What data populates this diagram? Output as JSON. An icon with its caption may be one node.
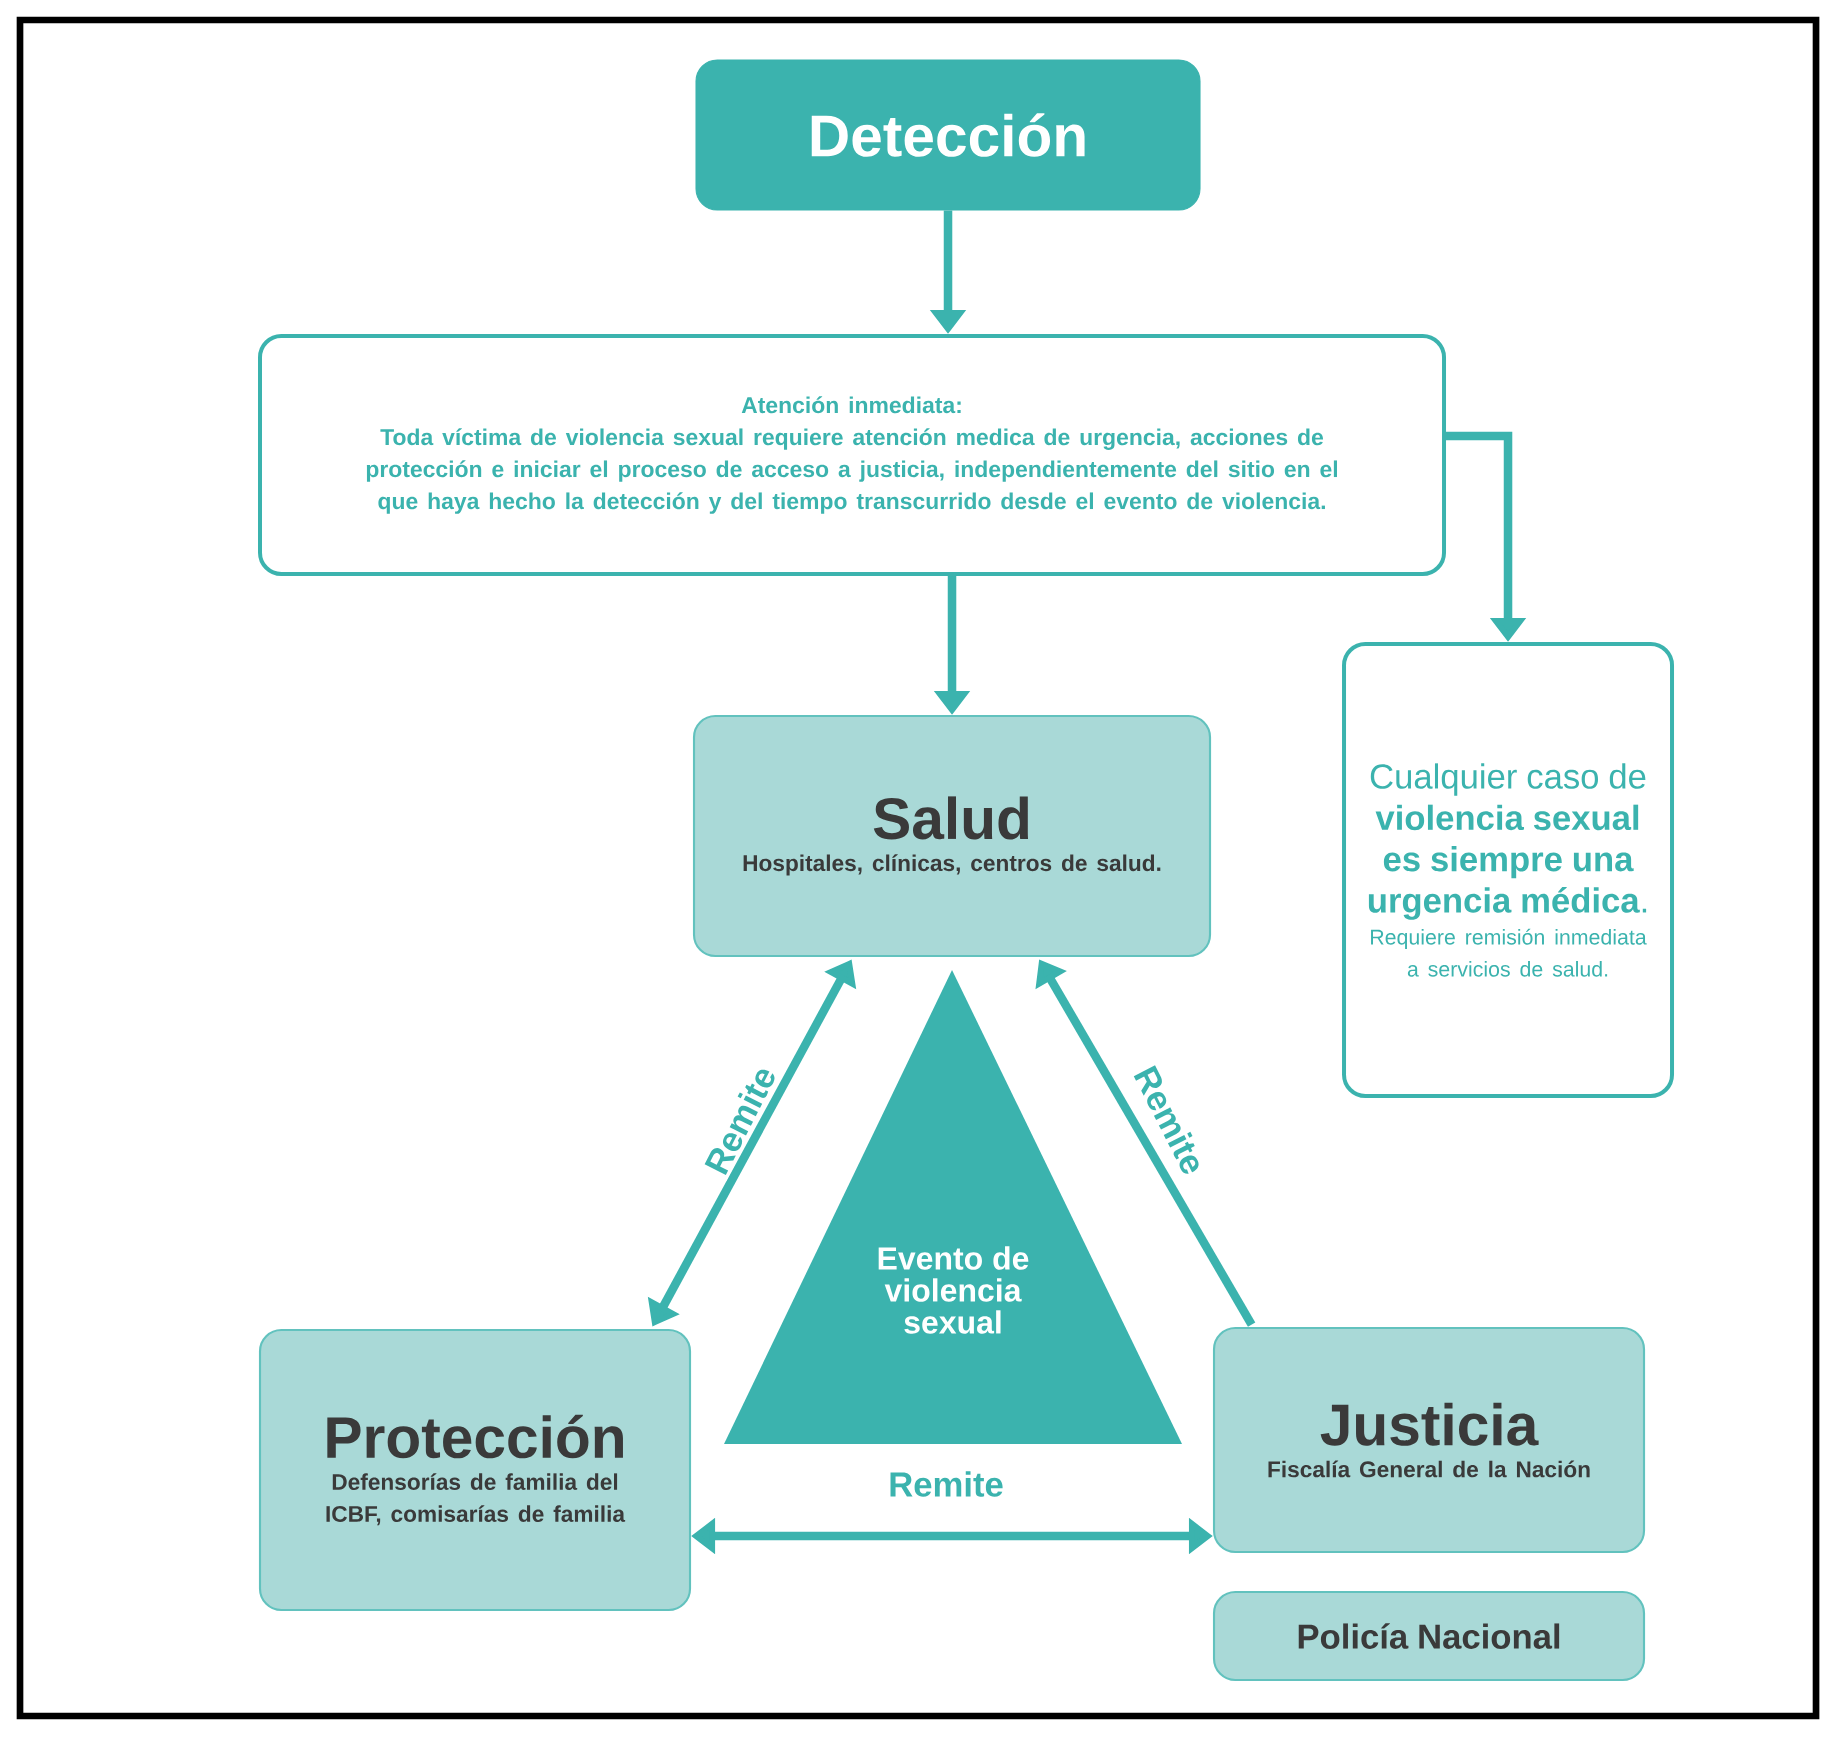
{
  "diagram": {
    "nodes": [
      {
        "text": [
          "Detección"
        ]
      },
      {
        "text": [
          "Atención inmediata:",
          "Toda víctima de violencia sexual requiere atención medica de urgencia, acciones de protección e iniciar el proceso de acceso a justicia, independientemente del sitio en el que haya hecho la detección y del tiempo transcurrido desde el evento de violencia."
        ]
      },
      {
        "text": [
          "Cualquier caso de **violencia sexual es siempre una urgencia médica**.",
          "Requiere remisión inmediata a servicios de salud."
        ]
      },
      {
        "text": [
          "Salud",
          "Hospitales, clínicas, centros de salud."
        ]
      },
      {
        "text": [
          "Evento de violencia sexual"
        ]
      },
      {
        "text": [
          "Protección",
          "Defensorías de familia del ICBF, comisarías de familia"
        ]
      },
      {
        "text": [
          "Justicia",
          "Fiscalía General de la Nación"
        ]
      },
      {
        "text": [
          "Policía Nacional"
        ]
      }
    ],
    "edges": [
      {
        "from": 0,
        "to": 1,
        "arrow": "to"
      },
      {
        "from": 1,
        "to": 3,
        "arrow": "to"
      },
      {
        "from": 1,
        "to": 2,
        "arrow": "to"
      },
      {
        "from": 5,
        "to": 3,
        "arrow": "both",
        "label": "Remite"
      },
      {
        "from": 6,
        "to": 3,
        "arrow": "to",
        "label": "Remite"
      },
      {
        "from": 5,
        "to": 6,
        "arrow": "both",
        "label": "Remite"
      }
    ]
  }
}
